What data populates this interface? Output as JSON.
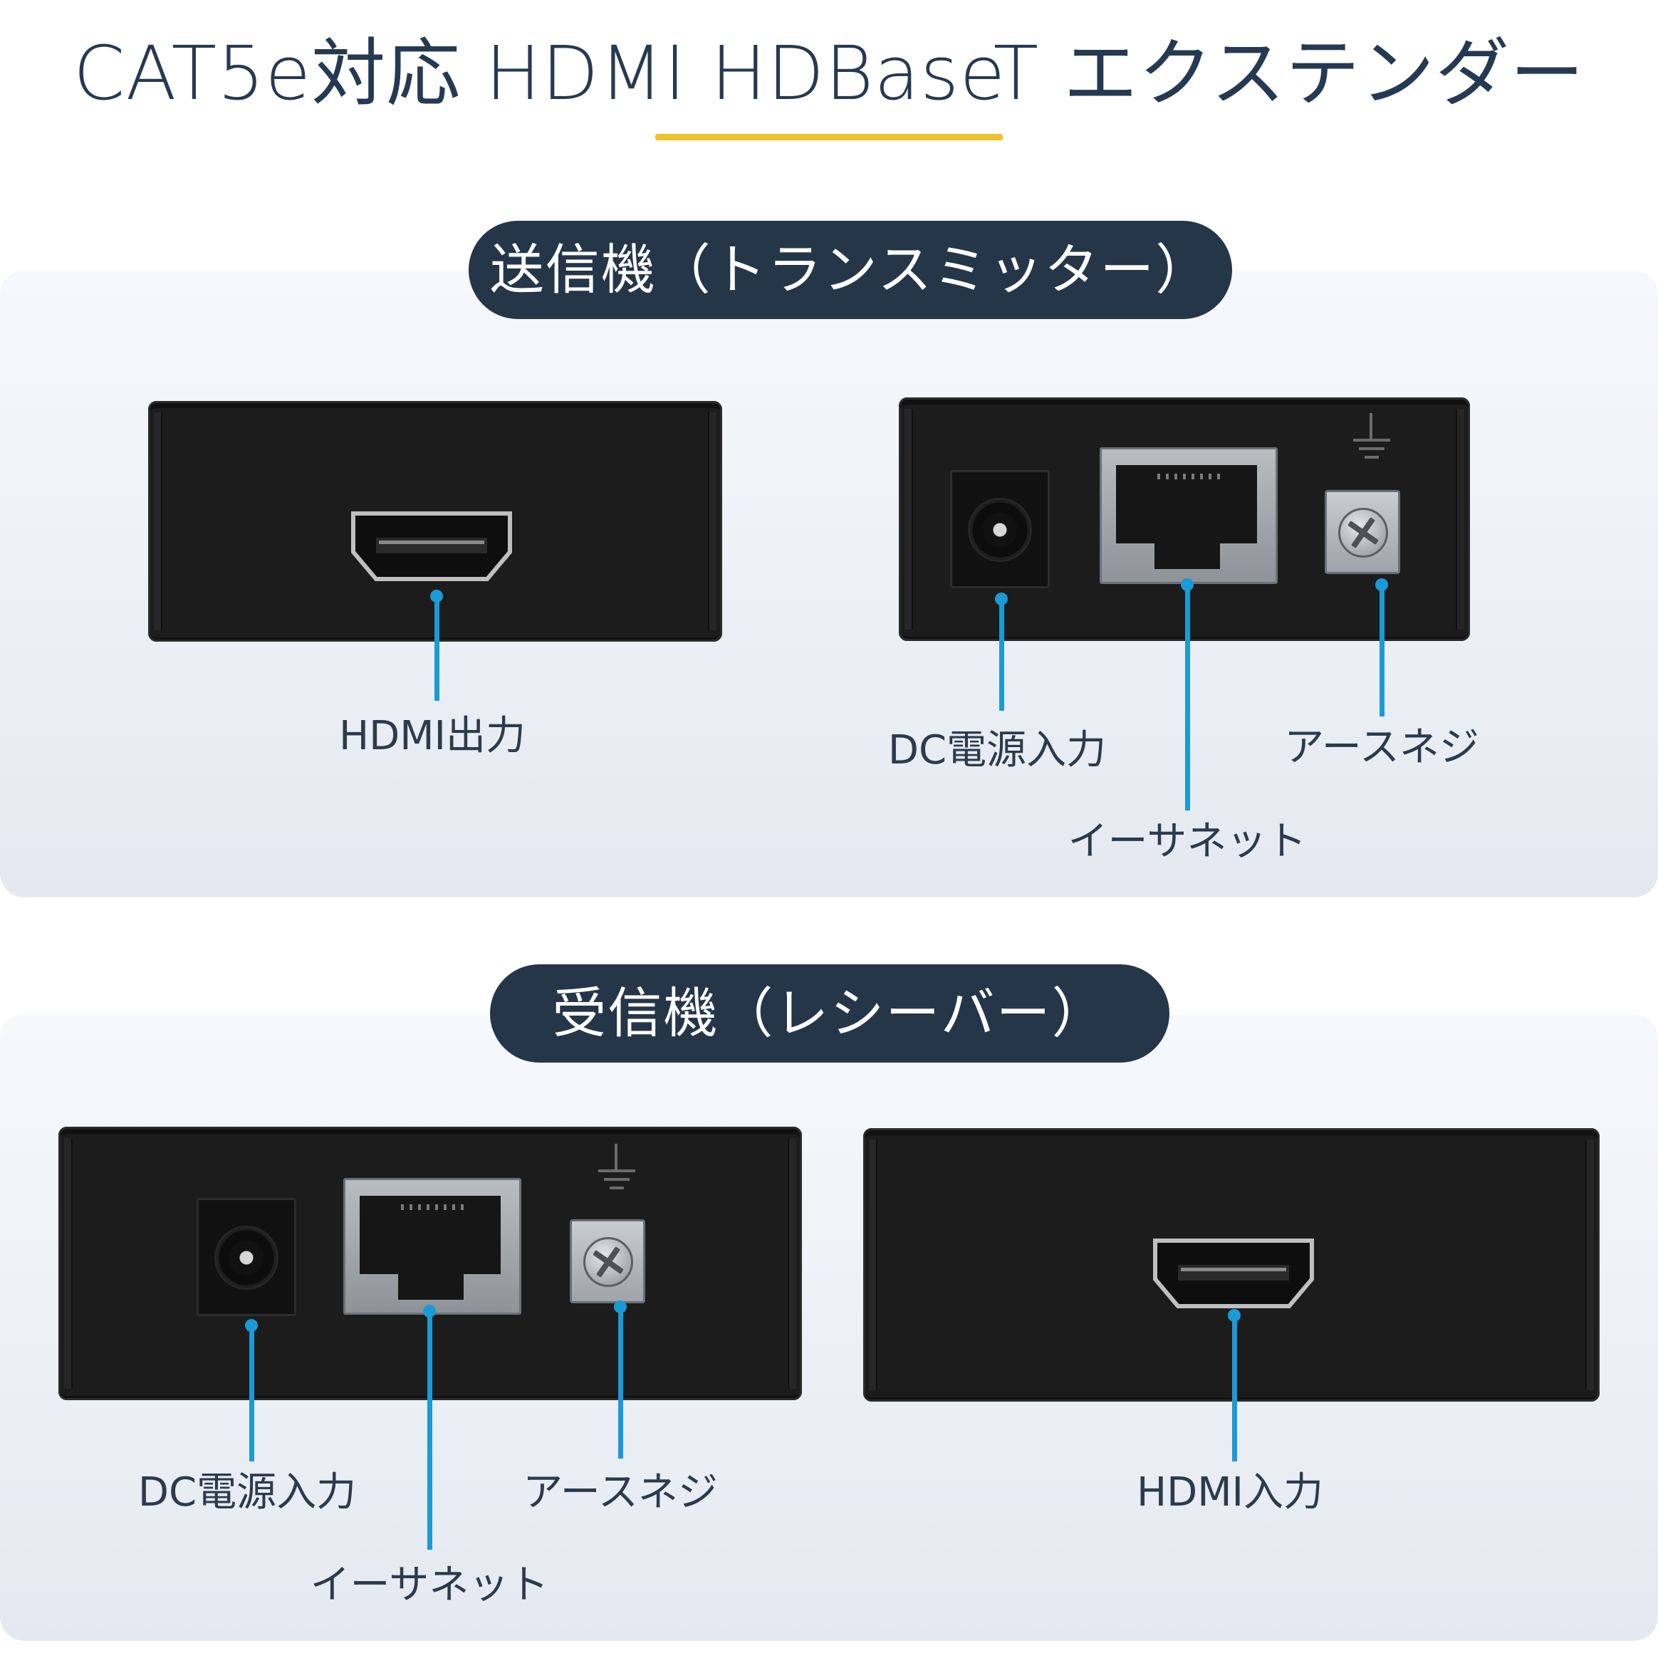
{
  "title": "CAT5e対応 HDMI HDBaseT エクステンダー",
  "colors": {
    "accent_line": "#f0c22a",
    "pill_bg": "#253649",
    "callout": "#1a9ad6",
    "device": "#1c1c1c"
  },
  "transmitter": {
    "heading": "送信機（トランスミッター）",
    "labels": {
      "hdmi_out": "HDMI出力",
      "dc_in": "DC電源入力",
      "ethernet": "イーサネット",
      "ground_screw": "アースネジ"
    }
  },
  "receiver": {
    "heading": "受信機（レシーバー）",
    "labels": {
      "dc_in": "DC電源入力",
      "ethernet": "イーサネット",
      "ground_screw": "アースネジ",
      "hdmi_in": "HDMI入力"
    }
  }
}
